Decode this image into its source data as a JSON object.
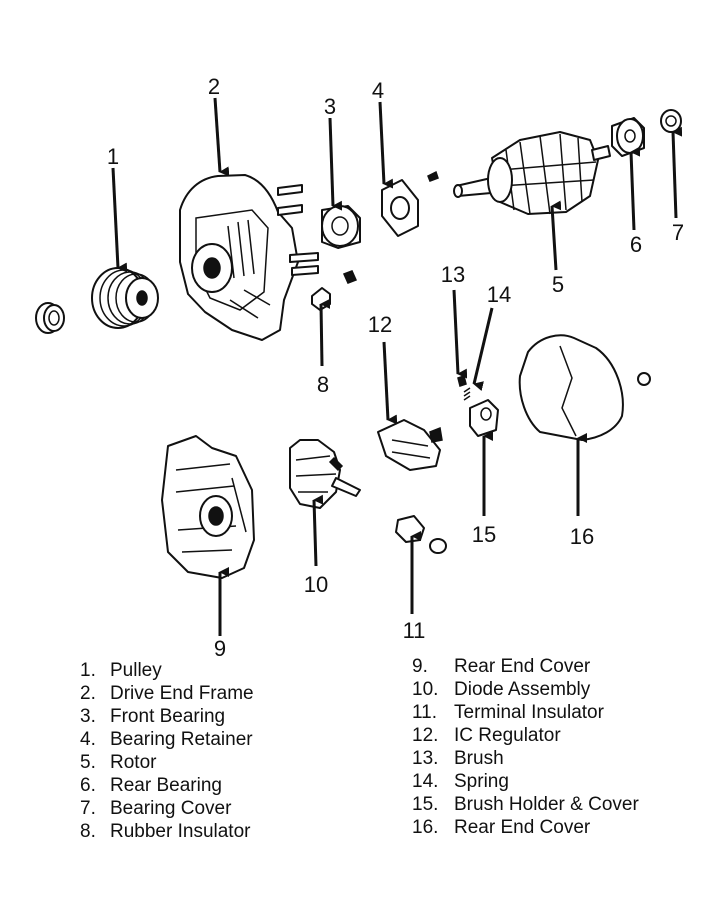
{
  "callouts": {
    "c1": "1",
    "c2": "2",
    "c3": "3",
    "c4": "4",
    "c5": "5",
    "c6": "6",
    "c7": "7",
    "c8": "8",
    "c9": "9",
    "c10": "10",
    "c11": "11",
    "c12": "12",
    "c13": "13",
    "c14": "14",
    "c15": "15",
    "c16": "16"
  },
  "legend_left": [
    {
      "num": "1.",
      "label": "Pulley"
    },
    {
      "num": "2.",
      "label": "Drive End Frame"
    },
    {
      "num": "3.",
      "label": "Front Bearing"
    },
    {
      "num": "4.",
      "label": "Bearing Retainer"
    },
    {
      "num": "5.",
      "label": "Rotor"
    },
    {
      "num": "6.",
      "label": "Rear Bearing"
    },
    {
      "num": "7.",
      "label": "Bearing Cover"
    },
    {
      "num": "8.",
      "label": "Rubber Insulator"
    }
  ],
  "legend_right": [
    {
      "num": "9.",
      "label": "Rear End Cover"
    },
    {
      "num": "10.",
      "label": "Diode Assembly"
    },
    {
      "num": "11.",
      "label": "Terminal Insulator"
    },
    {
      "num": "12.",
      "label": "IC Regulator"
    },
    {
      "num": "13.",
      "label": "Brush"
    },
    {
      "num": "14.",
      "label": "Spring"
    },
    {
      "num": "15.",
      "label": "Brush Holder & Cover"
    },
    {
      "num": "16.",
      "label": "Rear End Cover"
    }
  ]
}
